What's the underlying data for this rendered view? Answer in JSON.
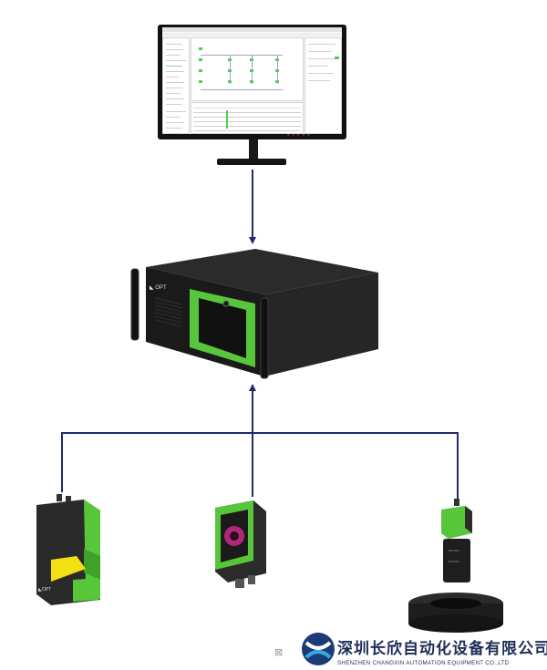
{
  "watermark": {
    "company_cn": "深圳长欣自动化设备有限公司",
    "company_en": "SHENZHEN CHANGXIN AUTOMATION EQUIPMENT CO.,LTD"
  },
  "brand": {
    "device_logo": "OPT"
  },
  "colors": {
    "connector": "#1f2b6c",
    "accent_green": "#58c63a",
    "chassis": "#1b1b1b",
    "watermark_text": "#1c2e55"
  },
  "icons": [
    "monitor-icon",
    "industrial-pc-icon",
    "laser-sensor-icon",
    "smart-camera-icon",
    "industrial-camera-icon",
    "ring-light-icon",
    "company-logo-icon"
  ]
}
